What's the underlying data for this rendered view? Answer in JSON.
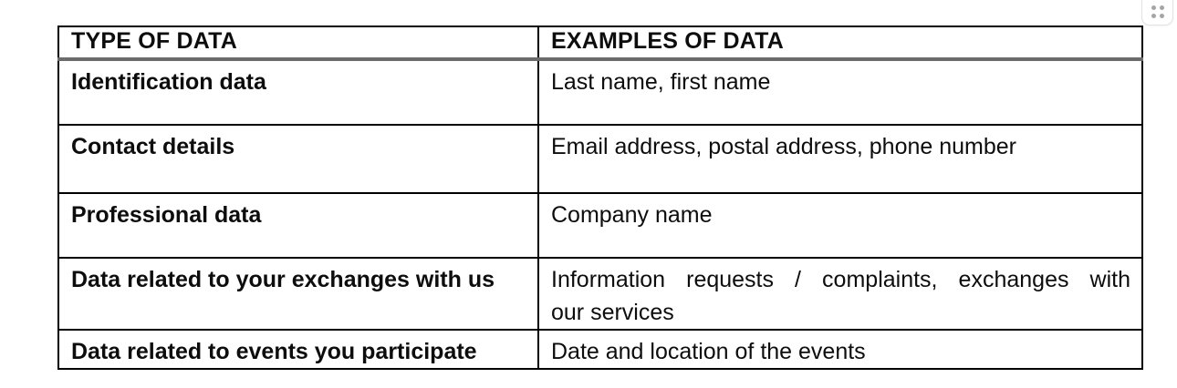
{
  "table": {
    "columns": [
      {
        "label": "TYPE OF DATA"
      },
      {
        "label": "EXAMPLES OF DATA"
      }
    ],
    "rows": [
      {
        "type": "Identification data",
        "example_lines": [
          "Last name, first name"
        ]
      },
      {
        "type": "Contact details",
        "example_lines": [
          "Email address, postal address, phone number"
        ]
      },
      {
        "type": "Professional data",
        "example_lines": [
          "Company name"
        ]
      },
      {
        "type": "Data related to your exchanges with us",
        "example_lines": [
          "Information requests / complaints, exchanges with",
          "our services"
        ]
      },
      {
        "type": "Data related to events you participate",
        "example_lines": [
          "Date and location of the events"
        ]
      }
    ],
    "colors": {
      "border": "#000000",
      "header_separator": "#6b6b6b",
      "text": "#0d0d0d"
    }
  },
  "floating_button": {
    "icon": "grid-dots-icon",
    "dot_color": "#a5a5a5"
  }
}
